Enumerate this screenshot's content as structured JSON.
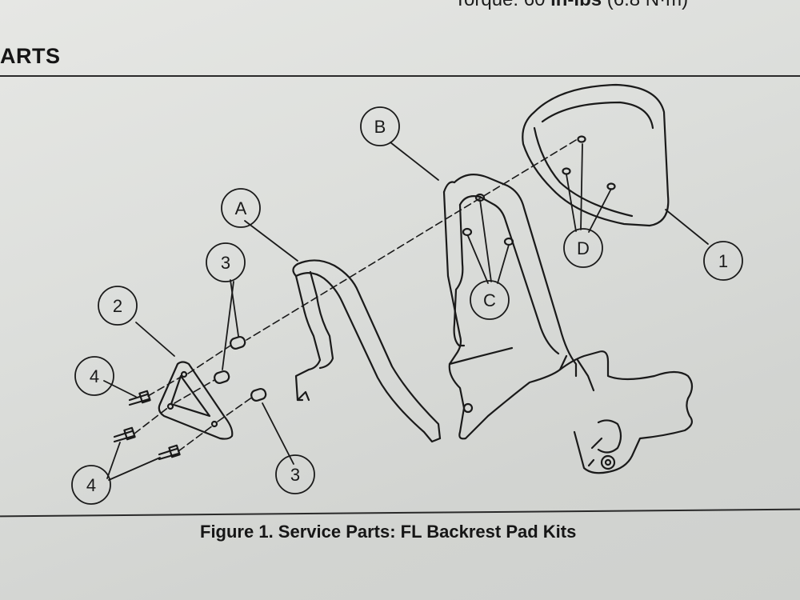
{
  "header": {
    "torque_prefix": "Torque: 60 ",
    "torque_units": "in-lbs",
    "torque_metric": " (6.8 N·m)"
  },
  "section_title": "ARTS",
  "callouts": {
    "A": "A",
    "B": "B",
    "C": "C",
    "D": "D",
    "one": "1",
    "two": "2",
    "three_top": "3",
    "three_bottom": "3",
    "four_top": "4",
    "four_bottom": "4"
  },
  "caption": "Figure 1. Service Parts: FL Backrest Pad Kits",
  "colors": {
    "ink": "#1a1a1a",
    "paper": "#e0e1de"
  }
}
